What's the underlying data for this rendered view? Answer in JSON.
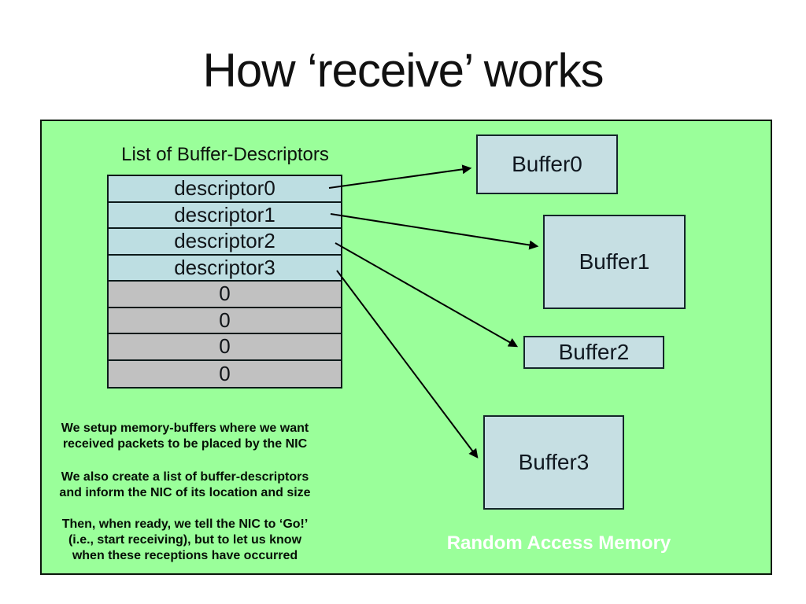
{
  "slide": {
    "title": "How ‘receive’ works"
  },
  "diagram": {
    "list_label": "List of Buffer-Descriptors",
    "descriptor_table": {
      "rows": [
        "descriptor0",
        "descriptor1",
        "descriptor2",
        "descriptor3",
        "0",
        "0",
        "0",
        "0"
      ]
    },
    "buffers": [
      {
        "label": "Buffer0"
      },
      {
        "label": "Buffer1"
      },
      {
        "label": "Buffer2"
      },
      {
        "label": "Buffer3"
      }
    ],
    "notes": [
      "We setup memory-buffers where we want\nreceived packets to be placed by the NIC",
      "We also create a list of buffer-descriptors\nand inform the NIC of its location and size",
      "Then, when ready, we tell the NIC to ‘Go!’\n(i.e., start receiving), but to let us know\nwhen these receptions have occurred"
    ],
    "ram_label": "Random Access Memory",
    "colors": {
      "panel_green": "#9aff9a",
      "descriptor_row_blue": "#bddee2",
      "buffer_box_blue": "#c6dfe3",
      "empty_row_gray": "#c1c1c1",
      "arrow": "#000000",
      "ram_text": "#ffffff",
      "title_text": "#111111"
    }
  }
}
